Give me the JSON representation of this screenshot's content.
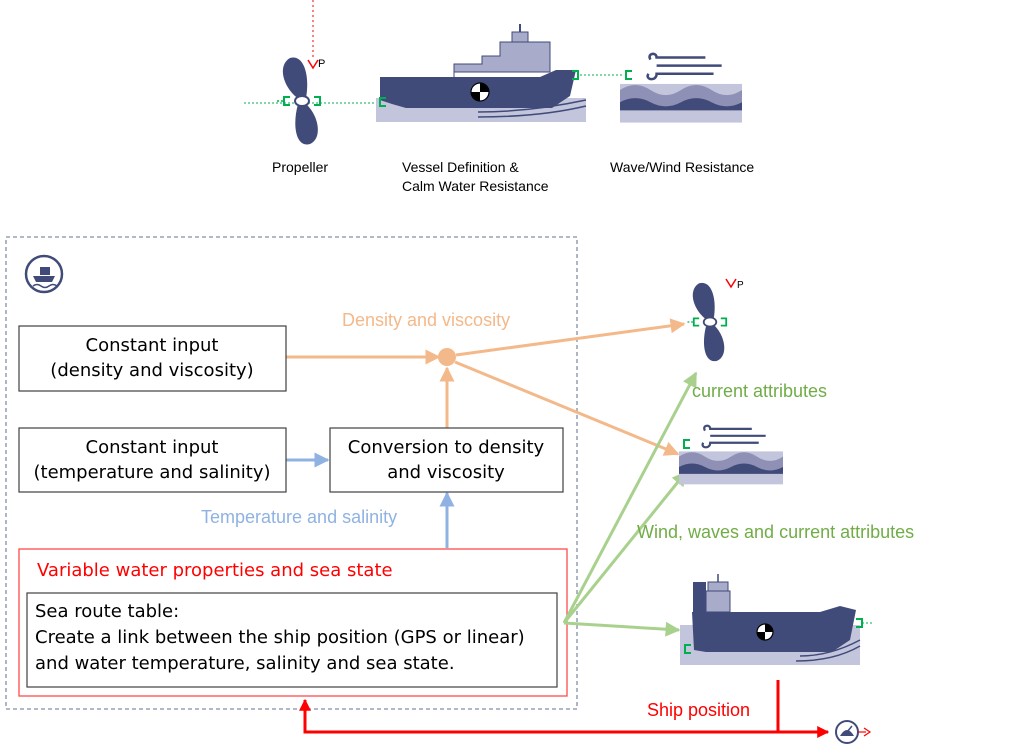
{
  "top_row": {
    "propeller": {
      "label": "Propeller",
      "power_marker": "P"
    },
    "vessel": {
      "label_line1": "Vessel Definition &",
      "label_line2": "Calm Water Resistance"
    },
    "wave_wind": {
      "label": "Wave/Wind Resistance"
    }
  },
  "subsystem": {
    "icon": "ship-circle-icon",
    "constant_density": {
      "line1": "Constant input",
      "line2": "(density and viscosity)"
    },
    "constant_temp": {
      "line1": "Constant input",
      "line2": "(temperature and salinity)"
    },
    "conversion": {
      "line1": "Conversion to density",
      "line2": "and viscosity"
    },
    "density_flow_label": "Density and viscosity",
    "temperature_flow_label": "Temperature and salinity",
    "variable_title": "Variable water properties and sea state",
    "route_table": {
      "line1": "Sea route table:",
      "line2": "Create a link between the ship position (GPS or linear)",
      "line3": "and water temperature, salinity and sea state."
    }
  },
  "right_side": {
    "propeller_power_marker": "P",
    "current_label": "current attributes",
    "wind_label": "Wind, waves and current attributes",
    "ship_position_label": "Ship position",
    "sensor_icon": "gps-sensor-icon"
  },
  "colors": {
    "hull": "#414b79",
    "hull_light": "#a8abc9",
    "water_dark": "#8e90b5",
    "water_light": "#c3c5dc",
    "orange": "#f3b98a",
    "blue": "#8fb2e2",
    "green": "#a9d18e",
    "green_text": "#70ad47",
    "red": "#ff0000",
    "connector": "#00b050",
    "dash_border": "#7f8fa6"
  }
}
